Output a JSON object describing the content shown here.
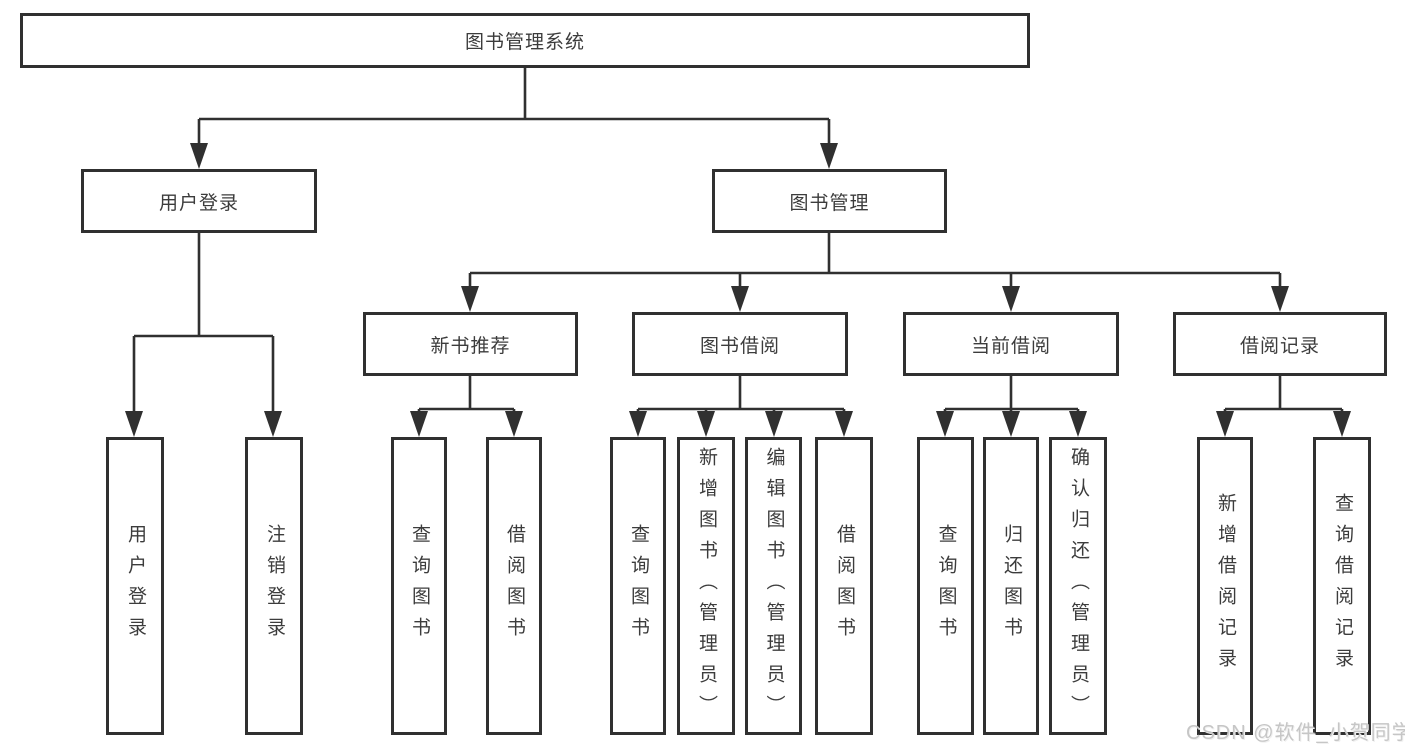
{
  "root": {
    "label": "图书管理系统"
  },
  "level2": [
    {
      "id": "user-login",
      "label": "用户登录",
      "parent": "图书管理系统"
    },
    {
      "id": "book-management",
      "label": "图书管理",
      "parent": "图书管理系统"
    }
  ],
  "level3": [
    {
      "id": "new-book-recommend",
      "label": "新书推荐",
      "parent": "图书管理"
    },
    {
      "id": "book-borrowing",
      "label": "图书借阅",
      "parent": "图书管理"
    },
    {
      "id": "current-borrowing",
      "label": "当前借阅",
      "parent": "图书管理"
    },
    {
      "id": "borrowing-records",
      "label": "借阅记录",
      "parent": "图书管理"
    }
  ],
  "leaves": [
    {
      "id": "user-login-leaf",
      "label": "用户登录",
      "parent": "用户登录"
    },
    {
      "id": "logout",
      "label": "注销登录",
      "parent": "用户登录"
    },
    {
      "id": "query-books-rec",
      "label": "查询图书",
      "parent": "新书推荐"
    },
    {
      "id": "borrow-books-rec",
      "label": "借阅图书",
      "parent": "新书推荐"
    },
    {
      "id": "query-books-borrow",
      "label": "查询图书",
      "parent": "图书借阅"
    },
    {
      "id": "add-books-admin",
      "label": "新增图书（管理员）",
      "parent": "图书借阅"
    },
    {
      "id": "edit-books-admin",
      "label": "编辑图书（管理员）",
      "parent": "图书借阅"
    },
    {
      "id": "borrow-books",
      "label": "借阅图书",
      "parent": "图书借阅"
    },
    {
      "id": "query-books-current",
      "label": "查询图书",
      "parent": "当前借阅"
    },
    {
      "id": "return-books",
      "label": "归还图书",
      "parent": "当前借阅"
    },
    {
      "id": "confirm-return-admin",
      "label": "确认归还（管理员）",
      "parent": "当前借阅"
    },
    {
      "id": "add-borrow-record",
      "label": "新增借阅记录",
      "parent": "借阅记录"
    },
    {
      "id": "query-borrow-record",
      "label": "查询借阅记录",
      "parent": "借阅记录"
    }
  ],
  "watermark": {
    "text": "CSDN @软件_小贺同学"
  },
  "colors": {
    "line": "#303030",
    "text": "#3c3c3c",
    "watermark": "#c6c6c6"
  }
}
